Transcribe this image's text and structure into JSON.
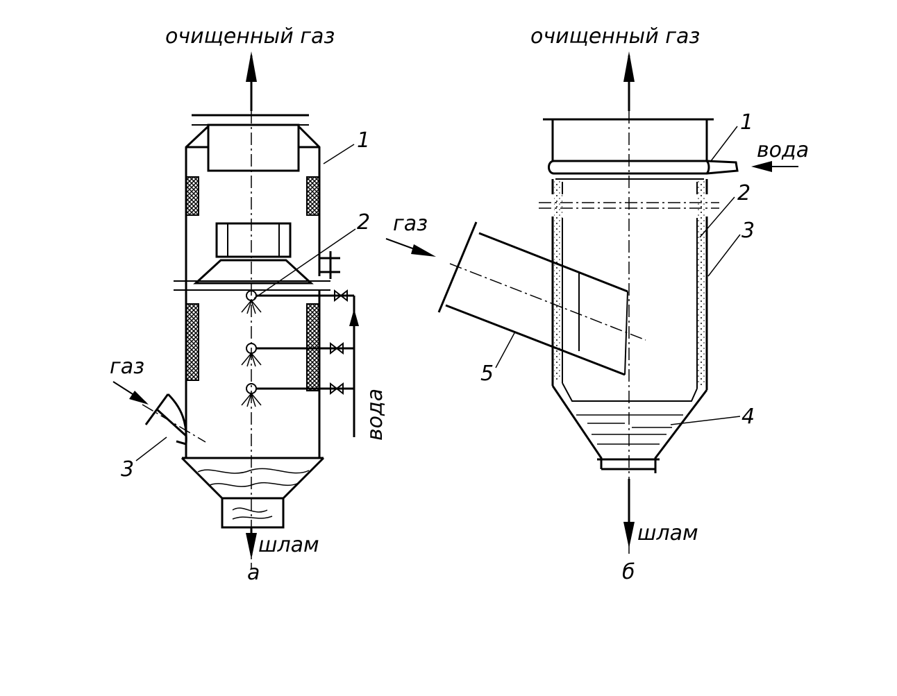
{
  "diagram_a": {
    "top_label": "очищенный газ",
    "gas_label": "газ",
    "water_label": "вода",
    "sludge_label": "шлам",
    "caption": "а",
    "callouts": [
      "1",
      "2",
      "3"
    ]
  },
  "diagram_b": {
    "top_label": "очищенный газ",
    "gas_label": "газ",
    "water_label": "вода",
    "sludge_label": "шлам",
    "caption": "б",
    "callouts": [
      "1",
      "2",
      "3",
      "4",
      "5"
    ]
  },
  "colors": {
    "ink": "#000000",
    "paper": "#ffffff"
  }
}
